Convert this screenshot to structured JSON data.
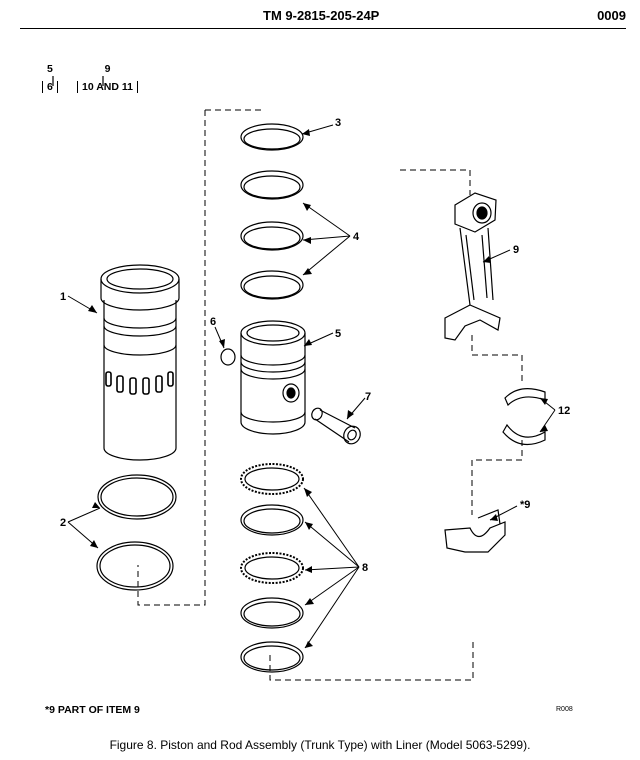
{
  "header": {
    "title": "TM 9-2815-205-24P",
    "page": "0009"
  },
  "index_boxes": [
    {
      "top": "5",
      "bottom": "6"
    },
    {
      "top": "9",
      "bottom": "10 AND 11"
    }
  ],
  "callouts": {
    "c1": "1",
    "c2": "2",
    "c3": "3",
    "c4": "4",
    "c5": "5",
    "c6": "6",
    "c7": "7",
    "c8": "8",
    "c9": "9",
    "c9b": "*9",
    "c12": "12"
  },
  "footnote": "*9 PART OF ITEM 9",
  "drawing_code": "R008",
  "caption": "Figure 8.   Piston and Rod Assembly (Trunk Type) with Liner (Model 5063-5299)."
}
